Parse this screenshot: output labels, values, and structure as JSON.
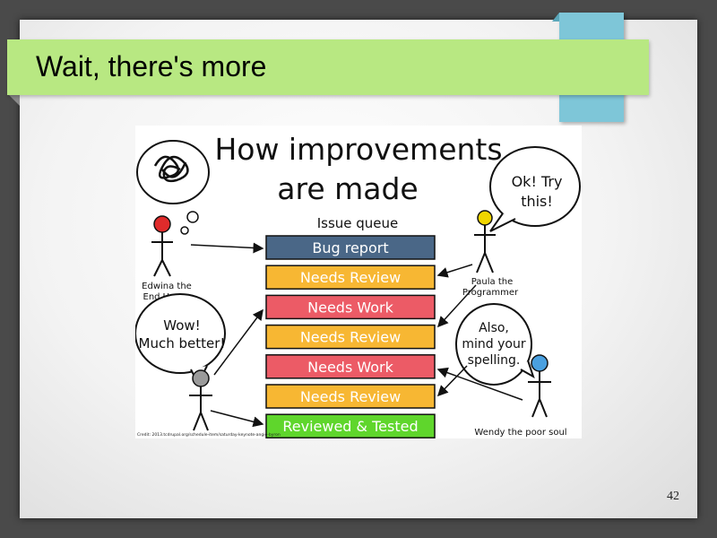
{
  "slide": {
    "title": "Wait, there's more",
    "page_number": "42"
  },
  "figure": {
    "heading_line1": "How improvements",
    "heading_line2": "are made",
    "queue_label": "Issue queue",
    "queue": [
      {
        "label": "Bug report",
        "color": "#4a6787",
        "text_color": "#ffffff"
      },
      {
        "label": "Needs Review",
        "color": "#f7b733",
        "text_color": "#ffffff"
      },
      {
        "label": "Needs Work",
        "color": "#ec5b66",
        "text_color": "#ffffff"
      },
      {
        "label": "Needs Review",
        "color": "#f7b733",
        "text_color": "#ffffff"
      },
      {
        "label": "Needs Work",
        "color": "#ec5b66",
        "text_color": "#ffffff"
      },
      {
        "label": "Needs Review",
        "color": "#f7b733",
        "text_color": "#ffffff"
      },
      {
        "label": "Reviewed & Tested",
        "color": "#5fd62c",
        "text_color": "#ffffff"
      }
    ],
    "edwina_label_1": "Edwina the",
    "edwina_label_2": "End User",
    "paula_label_1": "Paula the",
    "paula_label_2": "Programmer",
    "wendy_label": "Wendy the poor soul",
    "paula_bubble_1": "Ok! Try",
    "paula_bubble_2": "this!",
    "wow_bubble_1": "Wow!",
    "wow_bubble_2": "Much better!",
    "also_bubble_1": "Also,",
    "also_bubble_2": "mind your",
    "also_bubble_3": "spelling.",
    "credit": "Credit: 2013.tcdrupal.org/schedule-item/saturday-keynote-angie-byron"
  },
  "colors": {
    "title_bar": "#b8e882",
    "blue_tab": "#7ec6d8",
    "angry_face": "#e02b2b",
    "happy_face": "#f1d600",
    "sad_face": "#4aa0e0"
  }
}
